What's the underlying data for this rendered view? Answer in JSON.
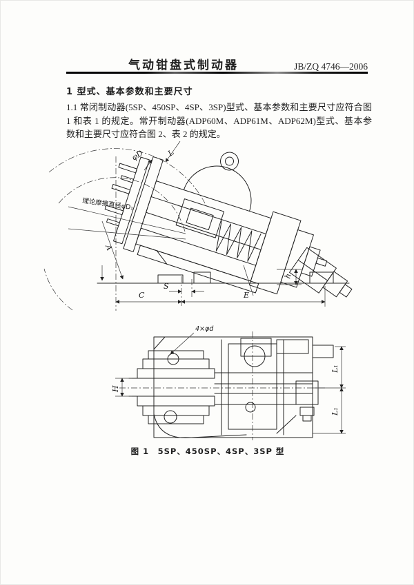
{
  "header": {
    "doc_title": "气动钳盘式制动器",
    "standard_no": "JB/ZQ 4746—2006"
  },
  "body": {
    "section_heading": "1  型式、基本参数和主要尺寸",
    "paragraph": "1.1  常闭制动器(5SP、450SP、4SP、3SP)型式、基本参数和主要尺寸应符合图 1 和表 1 的规定。常开制动器(ADP60M、ADP61M、ADP62M)型式、基本参数和主要尺寸应符合图 2、表 2 的规定。"
  },
  "figure": {
    "caption": "图 1　5SP、450SP、4SP、3SP 型",
    "drawing1": {
      "phi_d": "φD",
      "l": "L",
      "friction_diameter": "理论摩擦直径φD₁",
      "a": "A",
      "s": "S",
      "c": "C",
      "e": "E",
      "h": "h"
    },
    "drawing2": {
      "holes": "4×φd",
      "h_dim": "H",
      "l1_upper": "L₁",
      "l1_lower": "L₁"
    }
  },
  "colors": {
    "ink": "#222222",
    "paper": "#fdfdfb"
  }
}
